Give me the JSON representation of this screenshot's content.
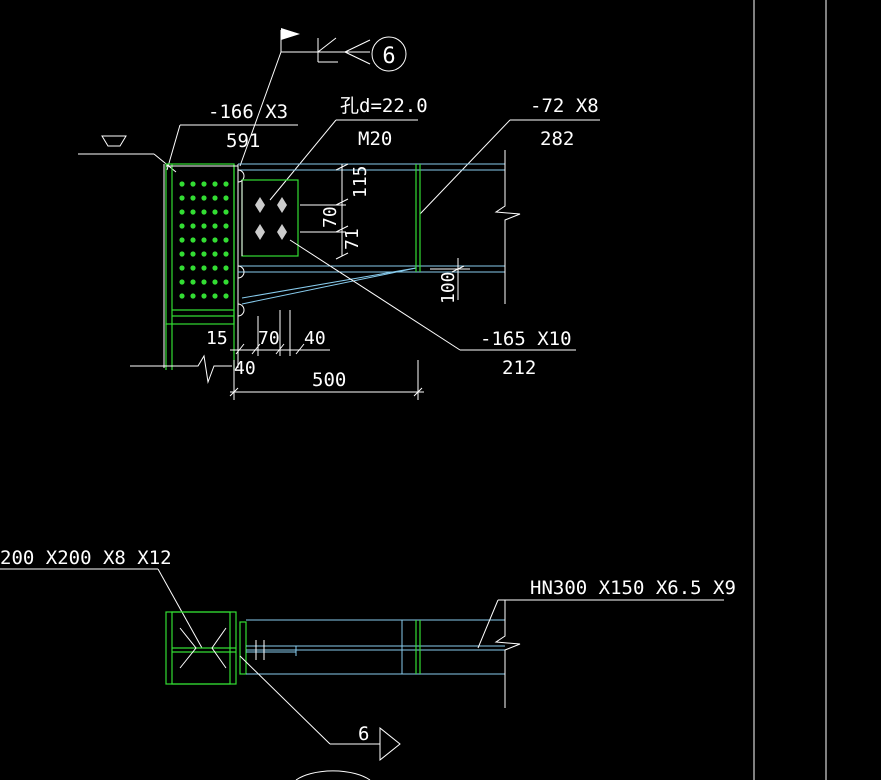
{
  "labels": {
    "plate_top": "-166 X3",
    "plate_top_len": "591",
    "bolt_hole": "孔d=22.0",
    "bolt_size": "M20",
    "stiffener": "-72 X8",
    "stiffener_len": "282",
    "haunch_plate": "-165 X10",
    "haunch_len": "212",
    "column_section": "200 X200 X8 X12",
    "beam_section": "HN300 X150 X6.5 X9"
  },
  "dims": {
    "d115": "115",
    "d70v": "70",
    "d71": "71",
    "d100": "100",
    "d15": "15",
    "d70h": "70",
    "d40a": "40",
    "d40b": "40",
    "d500": "500"
  },
  "markers": {
    "detail_circle": "6",
    "section_cut": "6"
  },
  "colors": {
    "background": "#000000",
    "line_white": "#ffffff",
    "line_green": "#33dd33",
    "line_cyan": "#88ccee"
  }
}
